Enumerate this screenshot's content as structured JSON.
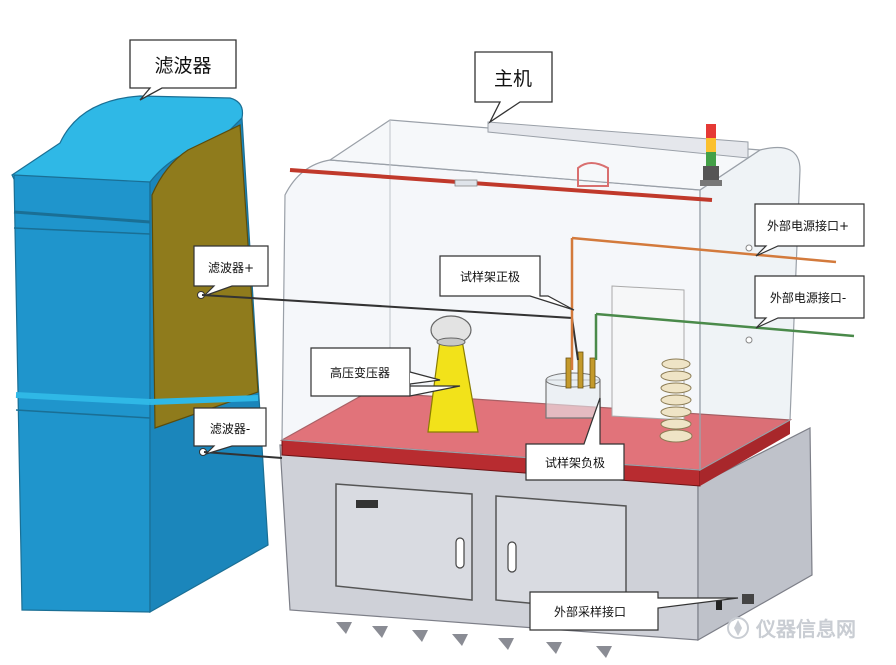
{
  "labels": {
    "filter": "滤波器",
    "host": "主机",
    "filter_plus": "滤波器+",
    "filter_minus": "滤波器-",
    "hv_transformer": "高压变压器",
    "sample_pos": "试样架正极",
    "sample_neg": "试样架负极",
    "ext_power_plus": "外部电源接口+",
    "ext_power_minus": "外部电源接口-",
    "ext_sampling": "外部采样接口"
  },
  "watermark": {
    "text": "仪器信息网",
    "icon": "instrument-network-logo-icon"
  },
  "colors": {
    "filter_cabinet": "#1f9bd0",
    "filter_top": "#2fb8e6",
    "filter_panel": "#8f7b1c",
    "red_wire": "#c0392b",
    "base_red": "#e0353b",
    "transformer_yellow": "#f2e21a",
    "cable_green": "#4a8a4a",
    "cable_orange": "#d37a3c",
    "cabinet_grey": "#c9cbd3"
  }
}
